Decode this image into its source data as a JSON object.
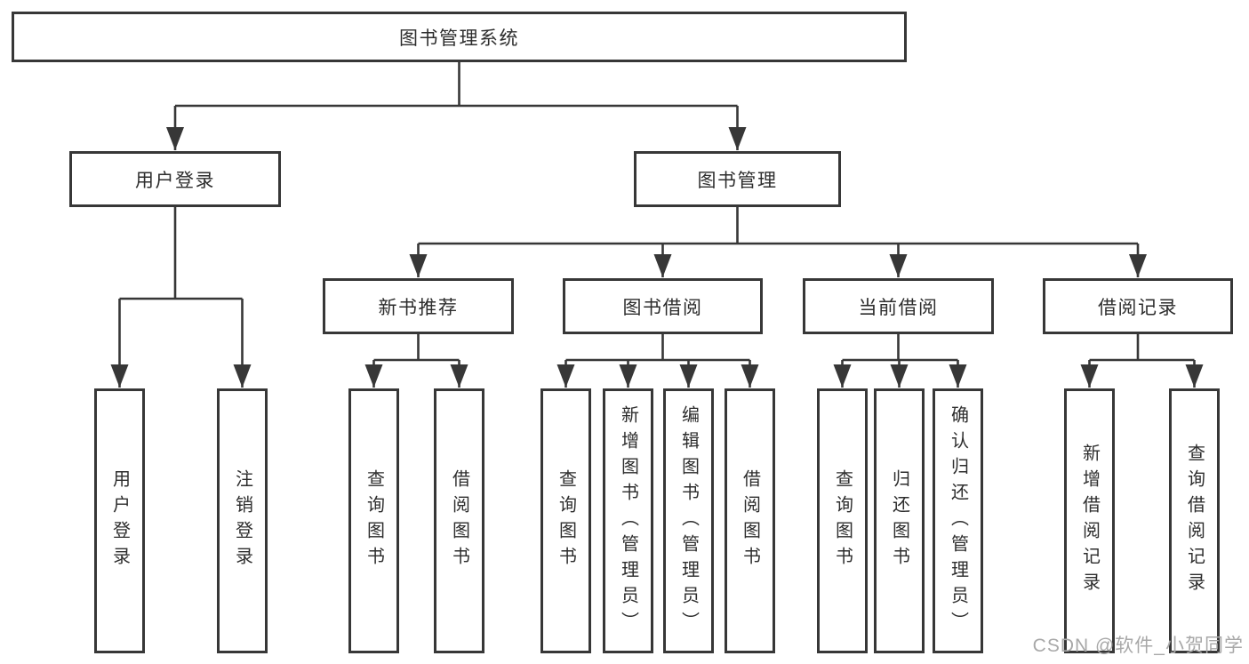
{
  "diagram": {
    "root": {
      "label": "图书管理系统"
    },
    "level1": [
      {
        "label": "用户登录"
      },
      {
        "label": "图书管理"
      }
    ],
    "level2": [
      {
        "label": "新书推荐"
      },
      {
        "label": "图书借阅"
      },
      {
        "label": "当前借阅"
      },
      {
        "label": "借阅记录"
      }
    ],
    "leaves": [
      "用户登录",
      "注销登录",
      "查询图书",
      "借阅图书",
      "查询图书",
      "新增图书（管理员）",
      "编辑图书（管理员）",
      "借阅图书",
      "查询图书",
      "归还图书",
      "确认归还（管理员）",
      "新增借阅记录",
      "查询借阅记录"
    ]
  },
  "watermark": "CSDN @软件_小贺同学",
  "colors": {
    "line": "#373737",
    "text": "#2d2d2d",
    "watermark": "#a8a8a8",
    "background": "#ffffff"
  }
}
